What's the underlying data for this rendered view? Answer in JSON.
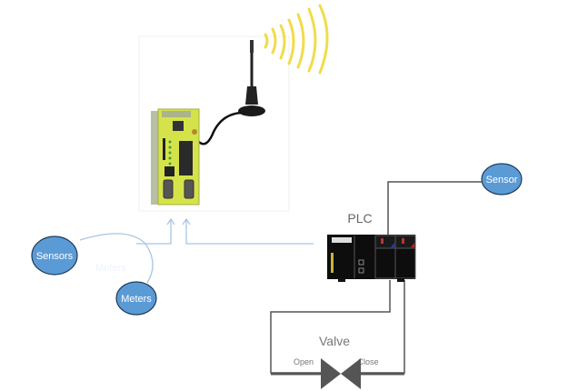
{
  "nodes": {
    "sensors": "Sensors",
    "meters": "Meters",
    "sensor": "Sensor",
    "plc": "PLC",
    "valve": "Valve",
    "open": "Open",
    "close": "Close",
    "ghost_meters": "Meters"
  },
  "colors": {
    "node_fill": "#5b9bd5",
    "node_stroke": "#1f3a5c",
    "link_blue": "#a9c5e3",
    "wire": "#555555",
    "device_yellow": "#d5e34a",
    "signal": "#f1dc4a"
  }
}
